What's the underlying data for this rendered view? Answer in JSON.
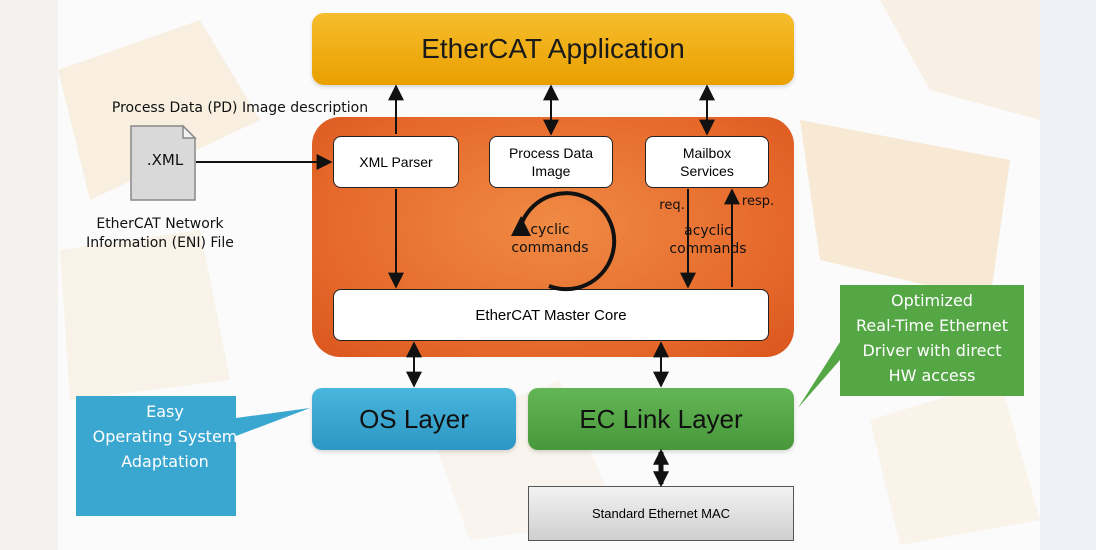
{
  "application": {
    "label": "EtherCAT Application"
  },
  "input": {
    "pd_description": "Process Data (PD) Image description",
    "file_label": ".XML",
    "eni_line1": "EtherCAT Network",
    "eni_line2": "Information (ENI) File"
  },
  "master": {
    "xml_parser": "XML Parser",
    "pdi_line1": "Process Data",
    "pdi_line2": "Image",
    "mailbox_line1": "Mailbox",
    "mailbox_line2": "Services",
    "cyclic_line1": "cyclic",
    "cyclic_line2": "commands",
    "req": "req.",
    "resp": "resp.",
    "acyclic_line1": "acyclic",
    "acyclic_line2": "commands",
    "core": "EtherCAT Master Core"
  },
  "layers": {
    "os": "OS Layer",
    "eclink": "EC Link Layer",
    "mac": "Standard Ethernet MAC"
  },
  "callouts": {
    "easy_line1": "Easy",
    "easy_line2": "Operating System",
    "easy_line3": "Adaptation",
    "opt_line1": "Optimized",
    "opt_line2": "Real-Time Ethernet",
    "opt_line3": "Driver with direct",
    "opt_line4": "HW access"
  },
  "colors": {
    "application": "#f2a900",
    "master_panel": "#e8692a",
    "os_layer": "#3aa7d0",
    "ec_link": "#55a746",
    "callout_blue": "#3aa7d0",
    "callout_green": "#55a746"
  }
}
